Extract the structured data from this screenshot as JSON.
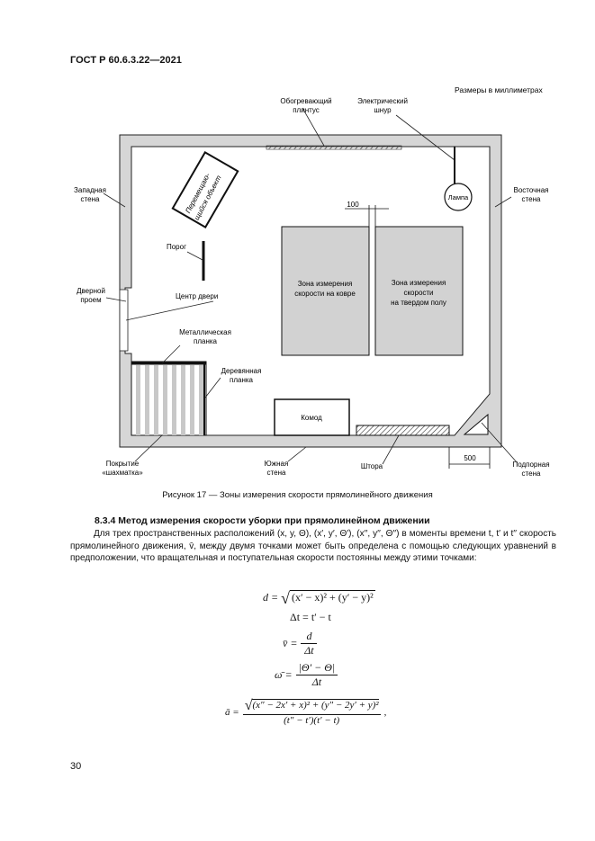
{
  "header": {
    "doc_id": "ГОСТ Р 60.6.3.22—2021"
  },
  "figure": {
    "units_note": "Размеры в миллиметрах",
    "labels": {
      "heater_1": "Обогревающий",
      "heater_2": "плинтус",
      "cord_1": "Электрический",
      "cord_2": "шнур",
      "west_1": "Западная",
      "west_2": "стена",
      "east_1": "Восточная",
      "east_2": "стена",
      "lamp": "Лампа",
      "movable_1": "Перемещаю-",
      "movable_2": "щийся объект",
      "threshold": "Порог",
      "doorway_1": "Дверной",
      "doorway_2": "проем",
      "door_center": "Центр двери",
      "dim_100": "100",
      "zone_carpet_1": "Зона измерения",
      "zone_carpet_2": "скорости на ковре",
      "zone_floor_1": "Зона измерения",
      "zone_floor_2": "скорости",
      "zone_floor_3": "на твердом полу",
      "metal_1": "Металлическая",
      "metal_2": "планка",
      "wood_1": "Деревянная",
      "wood_2": "планка",
      "dresser": "Комод",
      "cover_1": "Покрытие",
      "cover_2": "«шахматка»",
      "south_1": "Южная",
      "south_2": "стена",
      "curtain": "Штора",
      "dim_500": "500",
      "support_1": "Подпорная",
      "support_2": "стена"
    },
    "caption": "Рисунок 17 — Зоны измерения скорости прямолинейного движения"
  },
  "section_title": "8.3.4 Метод измерения скорости уборки при прямолинейном движении",
  "paragraph": "Для трех пространственных расположений (x, y, Θ), (x′, y′, Θ′), (x′′, y′′, Θ′′) в моменты времени t, t′ и t′′ скорость прямолинейного движения, v̄, между двумя точками может быть определена с помощью следующих уравнений в предположении, что вращательная и поступательная скорости постоянны между этими точками:",
  "formulas": {
    "f1_lhs": "d =",
    "f1_rhs": "(x′ − x)² + (y′ − y)²",
    "f2": "Δt = t′ − t",
    "f3_lhs": "v̄ =",
    "f3_num": "d",
    "f3_den": "Δt",
    "f4_lhs": "ω̄ =",
    "f4_num": "|Θ′ − Θ|",
    "f4_den": "Δt",
    "f5_lhs": "ā =",
    "f5_num": "(x″ − 2x′ + x)² + (y″ − 2y′ + y)²",
    "f5_den": "(t″ − t′)(t′ − t)",
    "f5_tail": ","
  },
  "page_number": "30"
}
